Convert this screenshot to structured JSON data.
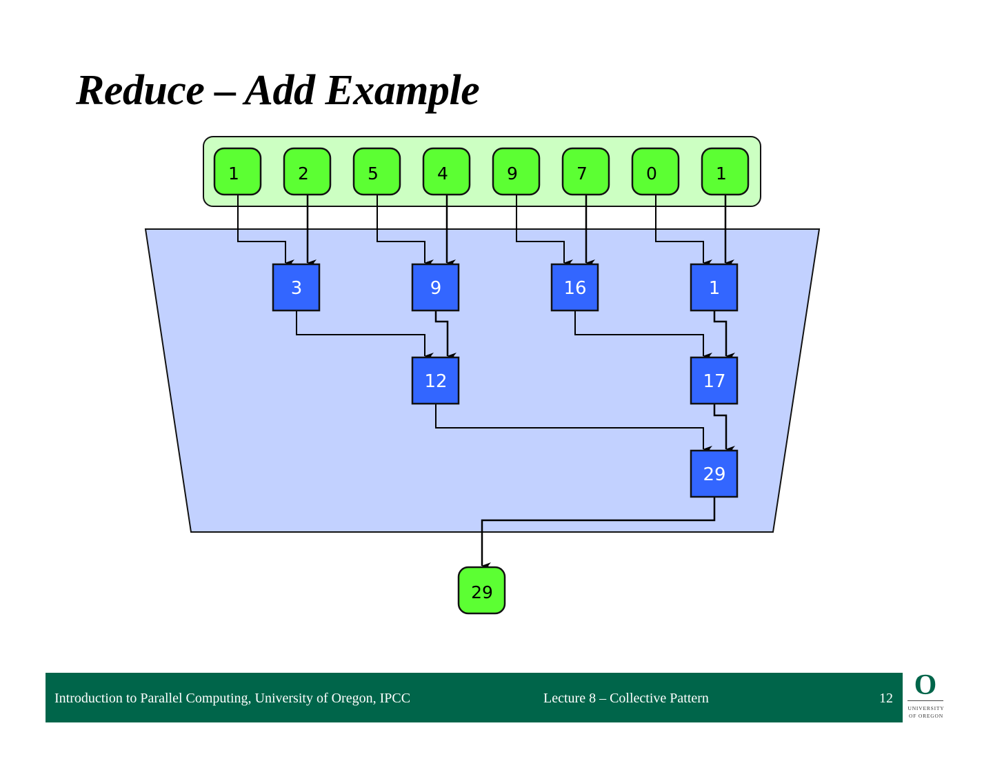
{
  "slide": {
    "title": "Reduce – Add Example",
    "footer": {
      "left": "Introduction to Parallel Computing, University of Oregon, IPCC",
      "center": "Lecture 8 – Collective Pattern",
      "page_number": "12"
    },
    "logo": {
      "mark": "O",
      "line1": "UNIVERSITY",
      "line2": "OF OREGON"
    }
  },
  "diagram": {
    "inputs": [
      "1",
      "2",
      "5",
      "4",
      "9",
      "7",
      "0",
      "1"
    ],
    "level1": [
      "3",
      "9",
      "16",
      "1"
    ],
    "level2": [
      "12",
      "17"
    ],
    "level3": [
      "29"
    ],
    "output": "29",
    "colors": {
      "input_node": "#5cff33",
      "input_container": "#ccffc2",
      "op_node": "#3366ff",
      "reduce_region": "#c2d1ff",
      "footer": "#00654a"
    }
  }
}
